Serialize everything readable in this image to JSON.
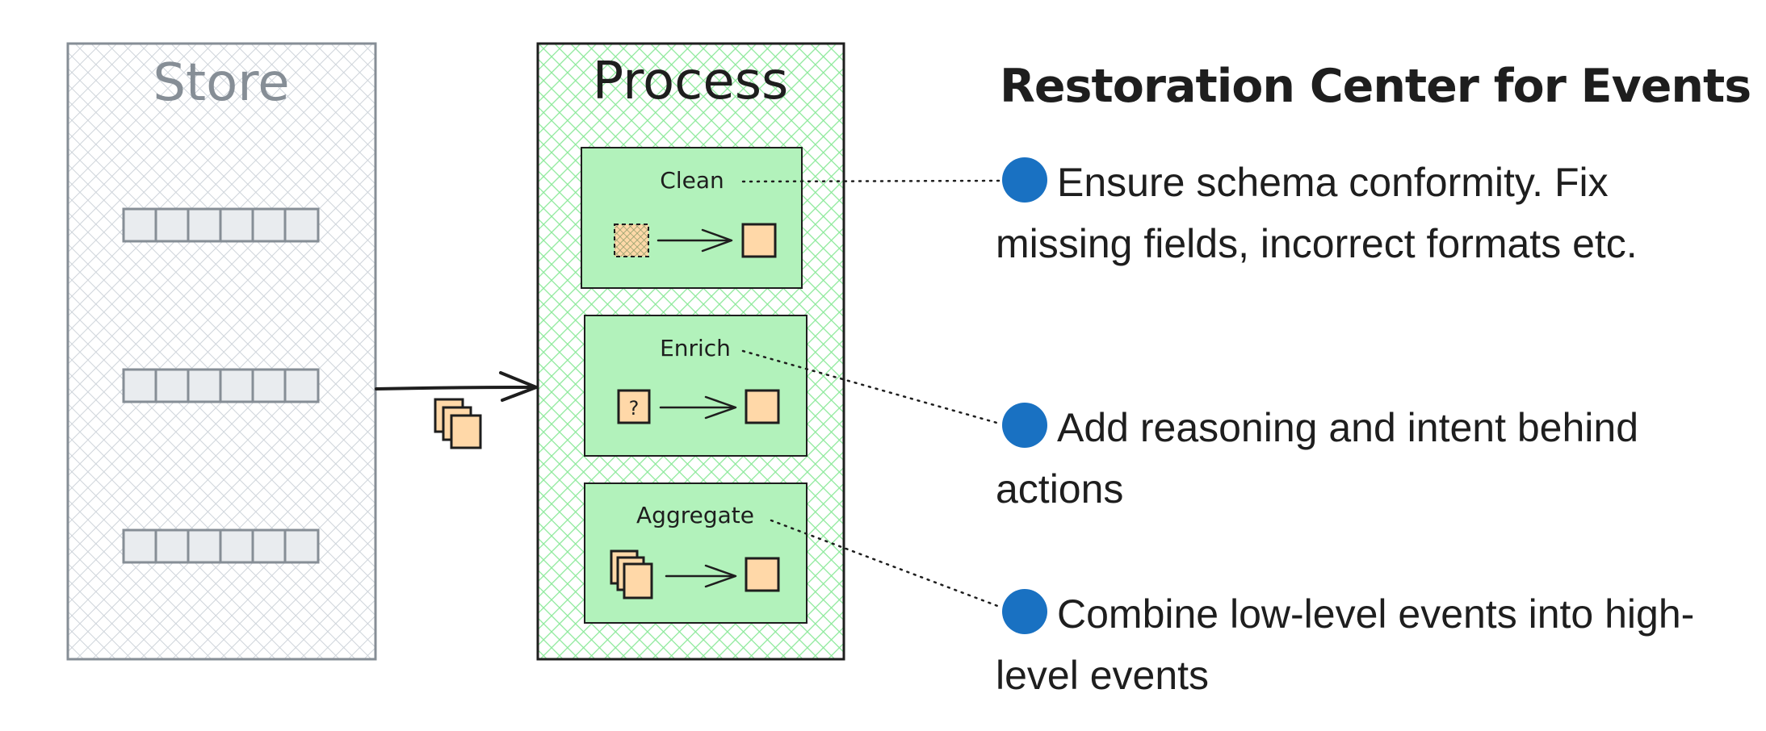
{
  "store": {
    "title": "Store"
  },
  "process": {
    "title": "Process",
    "stages": [
      {
        "label": "Clean",
        "input_icon": "dirty-event-icon",
        "output_icon": "event-box-icon"
      },
      {
        "label": "Enrich",
        "input_icon": "question-event-icon",
        "output_icon": "event-box-icon"
      },
      {
        "label": "Aggregate",
        "input_icon": "event-stack-icon",
        "output_icon": "event-box-icon"
      }
    ]
  },
  "details": {
    "title": "Restoration Center for Events",
    "items": [
      {
        "text": "Ensure schema conformity. Fix missing fields, incorrect formats etc."
      },
      {
        "text": "Add reasoning and intent behind actions"
      },
      {
        "text": "Combine low-level events into high-level events"
      }
    ]
  },
  "colors": {
    "store_fill": "#ced4da",
    "store_stroke": "#868e96",
    "process_fill": "#b2f2bb",
    "stage_fill": "#b2f2bb",
    "event_fill": "#ffd8a8",
    "bullet": "#1971c2",
    "ink": "#1e1e1e"
  }
}
